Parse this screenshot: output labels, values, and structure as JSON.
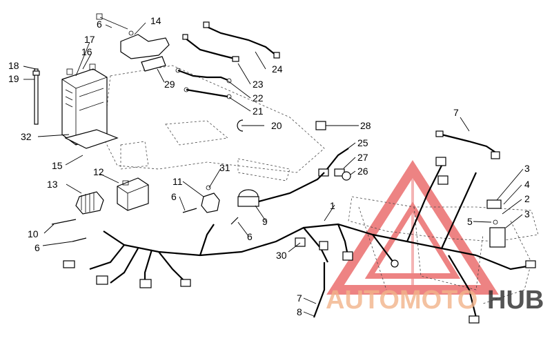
{
  "watermark": {
    "brand_part1": "AUTOMOTO",
    "brand_part2": "HUB",
    "color_part1": "#f2b48a",
    "color_part2": "#2b2b2b",
    "triangle_color": "#e85a5a"
  },
  "callouts": [
    {
      "id": "c1",
      "label": "1"
    },
    {
      "id": "c2",
      "label": "2"
    },
    {
      "id": "c3a",
      "label": "3"
    },
    {
      "id": "c3b",
      "label": "3"
    },
    {
      "id": "c4",
      "label": "4"
    },
    {
      "id": "c5",
      "label": "5"
    },
    {
      "id": "c6a",
      "label": "6"
    },
    {
      "id": "c6b",
      "label": "6"
    },
    {
      "id": "c6c",
      "label": "6"
    },
    {
      "id": "c6d",
      "label": "6"
    },
    {
      "id": "c7a",
      "label": "7"
    },
    {
      "id": "c7b",
      "label": "7"
    },
    {
      "id": "c8",
      "label": "8"
    },
    {
      "id": "c9",
      "label": "9"
    },
    {
      "id": "c10",
      "label": "10"
    },
    {
      "id": "c11",
      "label": "11"
    },
    {
      "id": "c12",
      "label": "12"
    },
    {
      "id": "c13",
      "label": "13"
    },
    {
      "id": "c14",
      "label": "14"
    },
    {
      "id": "c15",
      "label": "15"
    },
    {
      "id": "c16",
      "label": "16"
    },
    {
      "id": "c17",
      "label": "17"
    },
    {
      "id": "c18",
      "label": "18"
    },
    {
      "id": "c19",
      "label": "19"
    },
    {
      "id": "c20",
      "label": "20"
    },
    {
      "id": "c21",
      "label": "21"
    },
    {
      "id": "c22",
      "label": "22"
    },
    {
      "id": "c23",
      "label": "23"
    },
    {
      "id": "c24",
      "label": "24"
    },
    {
      "id": "c25",
      "label": "25"
    },
    {
      "id": "c26",
      "label": "26"
    },
    {
      "id": "c27",
      "label": "27"
    },
    {
      "id": "c28",
      "label": "28"
    },
    {
      "id": "c29",
      "label": "29"
    },
    {
      "id": "c30",
      "label": "30"
    },
    {
      "id": "c31",
      "label": "31"
    },
    {
      "id": "c32",
      "label": "32"
    }
  ]
}
